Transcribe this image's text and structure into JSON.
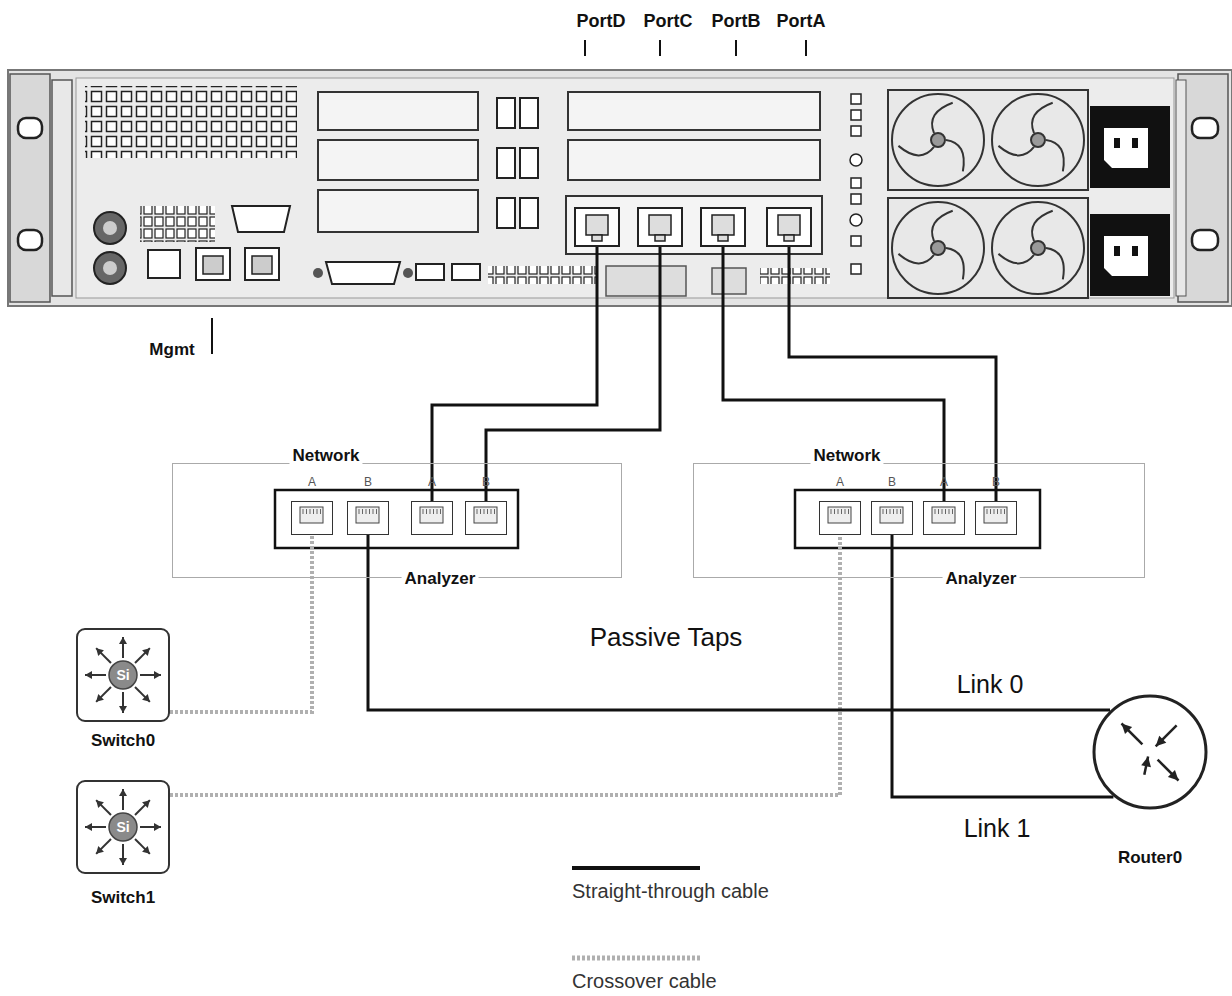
{
  "diagram": {
    "nodes": [
      {
        "text": [
          "PortD"
        ]
      },
      {
        "text": [
          "PortC"
        ]
      },
      {
        "text": [
          "PortB"
        ]
      },
      {
        "text": [
          "PortA"
        ]
      },
      {
        "text": [
          "Network",
          "Analyzer"
        ]
      },
      {
        "text": [
          "A"
        ],
        "in": 4
      },
      {
        "text": [
          "B"
        ],
        "in": 4
      },
      {
        "text": [
          "A"
        ],
        "in": 4
      },
      {
        "text": [
          "B"
        ],
        "in": 4
      },
      {
        "text": [
          "Network",
          "Analyzer"
        ]
      },
      {
        "text": [
          "A"
        ],
        "in": 9
      },
      {
        "text": [
          "B"
        ],
        "in": 9
      },
      {
        "text": [
          "A"
        ],
        "in": 9
      },
      {
        "text": [
          "B"
        ],
        "in": 9
      },
      {
        "text": [
          "Si",
          "Switch0"
        ]
      },
      {
        "text": [
          "Si",
          "Switch1"
        ]
      },
      {
        "text": [
          "Router0"
        ]
      }
    ],
    "edges": [
      {
        "from": 0,
        "to": 7,
        "arrow": "none"
      },
      {
        "from": 1,
        "to": 8,
        "arrow": "none"
      },
      {
        "from": 2,
        "to": 12,
        "arrow": "none"
      },
      {
        "from": 3,
        "to": 13,
        "arrow": "none"
      },
      {
        "from": 14,
        "to": 5,
        "arrow": "none"
      },
      {
        "from": 15,
        "to": 10,
        "arrow": "none"
      },
      {
        "from": 6,
        "to": 16,
        "label": "Link 0",
        "arrow": "none"
      },
      {
        "from": 11,
        "to": 16,
        "label": "Link 1",
        "arrow": "none"
      }
    ],
    "labels": [
      "Mgmt",
      "Passive Taps"
    ],
    "legend": [
      {
        "text": "Straight-through cable"
      },
      {
        "text": "Crossover cable"
      }
    ]
  }
}
